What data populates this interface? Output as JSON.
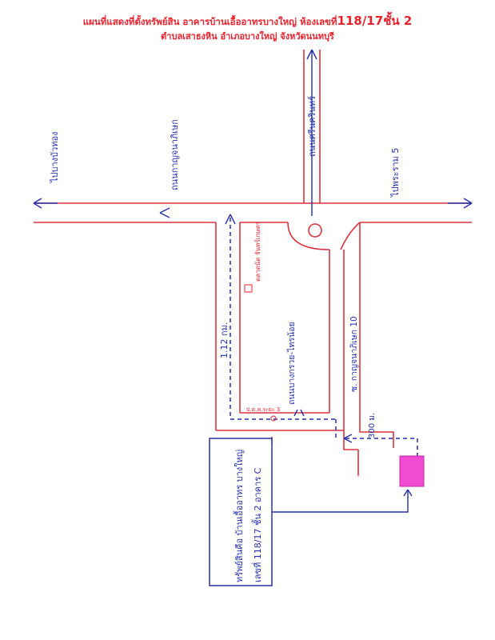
{
  "header": {
    "title_prefix": "แผนที่แสดงที่ตั้งทรัพย์สิน อาคารบ้านเอื้ออาทรบางใหญ่ ห้องเลขที่",
    "title_room": "118/17",
    "title_suffix": "ชั้น 2",
    "subtitle": "ตำบลเสาธงหิน  อำเภอบางใหญ่  จังหวัดนนทบุรี",
    "color": "#e8212b"
  },
  "roads": {
    "top_left": "ไปบางบัวทอง",
    "kanchanaphisek": "ถนนกาญจนาภิเษก",
    "nawamin": "ถนนศรีนครินทร์",
    "top_right": "ไปพระราม 5",
    "soi": "ซ. กาญจนาภิเษก 10",
    "bangkruai": "ถนนบางกรวย-ไทรน้อย"
  },
  "labels": {
    "marker_label": "ตลาดนัด จันทร์เกษตร",
    "distance_left": "1.12 กม.",
    "distance_right": "300 ม.",
    "small_label": "ป.ต.ท.ระยะ 3"
  },
  "callout": {
    "line1": "ทรัพย์สินคือ บ้านเอื้ออาทร บางใหญ่",
    "line2": "เลขที่ 118/17 ชั้น 2 อาคาร C"
  },
  "colors": {
    "road": "#d8333e",
    "ink": "#2430a8",
    "property": "#f04bd2",
    "marker": "#e8212b"
  }
}
